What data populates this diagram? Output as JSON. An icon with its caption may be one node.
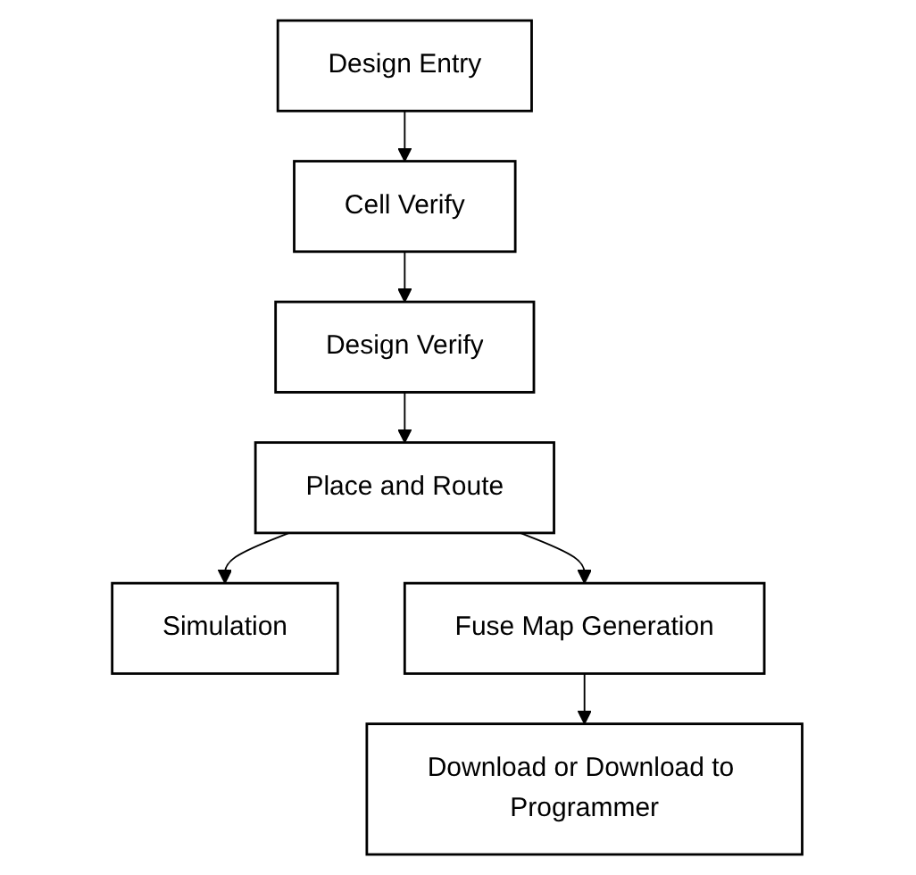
{
  "diagram": {
    "nodes": [
      {
        "text": [
          "Design Entry"
        ]
      },
      {
        "text": [
          "Cell Verify"
        ]
      },
      {
        "text": [
          "Design Verify"
        ]
      },
      {
        "text": [
          "Place and Route"
        ]
      },
      {
        "text": [
          "Simulation"
        ]
      },
      {
        "text": [
          "Fuse Map Generation"
        ]
      },
      {
        "text": [
          "Download or Download to Programmer"
        ]
      }
    ],
    "edges": [
      {
        "from": 0,
        "to": 1,
        "arrow": "to"
      },
      {
        "from": 1,
        "to": 2,
        "arrow": "to"
      },
      {
        "from": 2,
        "to": 3,
        "arrow": "to"
      },
      {
        "from": 3,
        "to": 4,
        "arrow": "to"
      },
      {
        "from": 3,
        "to": 5,
        "arrow": "to"
      },
      {
        "from": 5,
        "to": 6,
        "arrow": "to"
      }
    ]
  }
}
